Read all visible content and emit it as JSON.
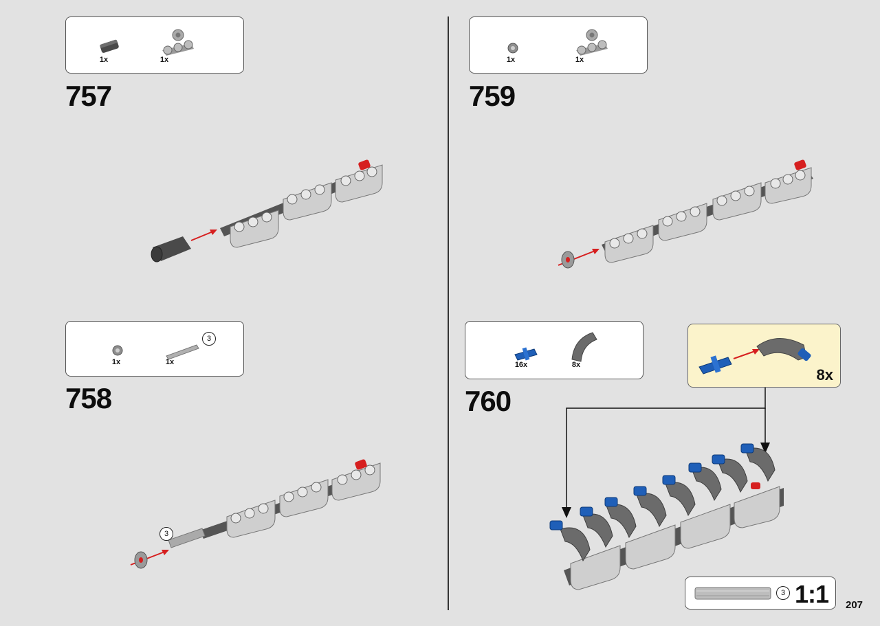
{
  "page": {
    "number": "207"
  },
  "steps": [
    {
      "id": "757",
      "number": "757",
      "parts": [
        {
          "qty": "1x"
        },
        {
          "qty": "1x"
        }
      ]
    },
    {
      "id": "758",
      "number": "758",
      "parts": [
        {
          "qty": "1x"
        },
        {
          "qty": "1x",
          "length": "3"
        }
      ],
      "callout_length": "3"
    },
    {
      "id": "759",
      "number": "759",
      "parts": [
        {
          "qty": "1x"
        },
        {
          "qty": "1x"
        }
      ]
    },
    {
      "id": "760",
      "number": "760",
      "parts": [
        {
          "qty": "16x"
        },
        {
          "qty": "8x"
        }
      ],
      "subassembly": {
        "multiplier": "8x"
      }
    }
  ],
  "scale_reference": {
    "length": "3",
    "scale": "1:1"
  },
  "colors": {
    "background": "#e2e2e2",
    "light_gray": "#c8c8c8",
    "dark_gray": "#6b6b6b",
    "blue": "#1f5fb8",
    "red": "#d61f1f",
    "callout_bg": "#fbf3cb"
  }
}
